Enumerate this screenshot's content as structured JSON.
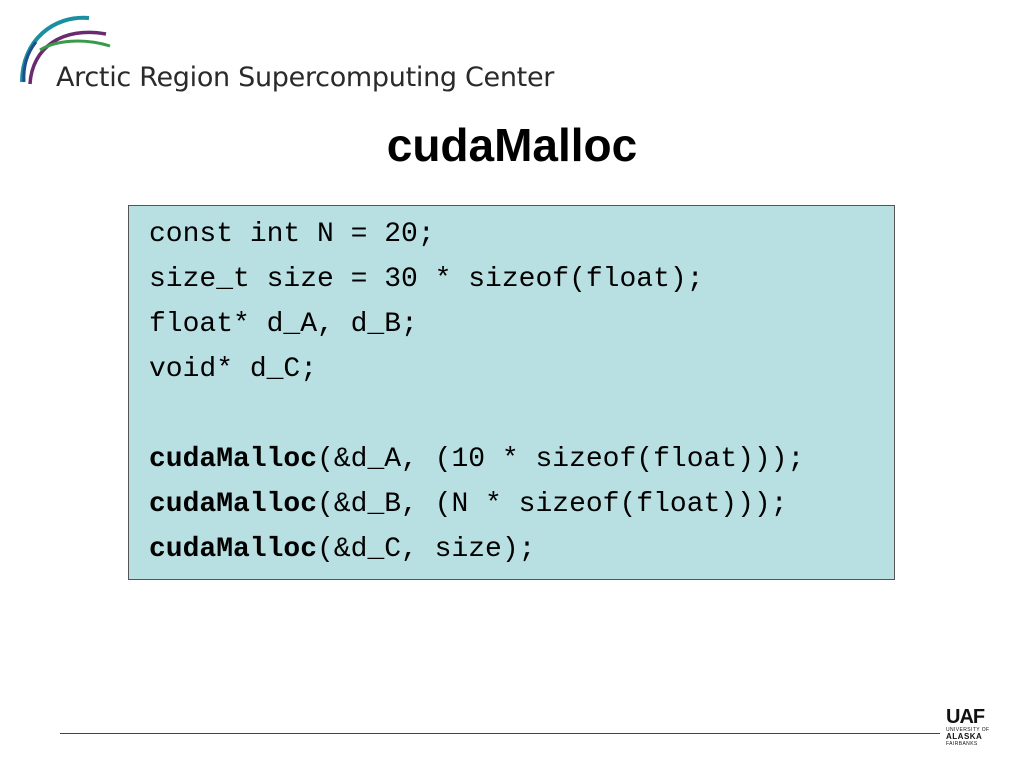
{
  "header": {
    "logo_text": "Arctic Region Supercomputing Center"
  },
  "slide": {
    "title": "cudaMalloc"
  },
  "code": {
    "lines": [
      {
        "bold": "",
        "text": "const int N = 20;"
      },
      {
        "bold": "",
        "text": "size_t size = 30 * sizeof(float);"
      },
      {
        "bold": "",
        "text": "float* d_A, d_B;"
      },
      {
        "bold": "",
        "text": "void* d_C;"
      },
      {
        "bold": "",
        "text": ""
      },
      {
        "bold": "cudaMalloc",
        "text": "(&d_A, (10 * sizeof(float)));"
      },
      {
        "bold": "cudaMalloc",
        "text": "(&d_B, (N * sizeof(float)));"
      },
      {
        "bold": "cudaMalloc",
        "text": "(&d_C, size);"
      }
    ],
    "background_color": "#b8dfe2"
  },
  "footer": {
    "uaf_mark": "UAF",
    "uaf_line1": "UNIVERSITY OF",
    "uaf_line2": "ALASKA",
    "uaf_line3": "FAIRBANKS"
  }
}
